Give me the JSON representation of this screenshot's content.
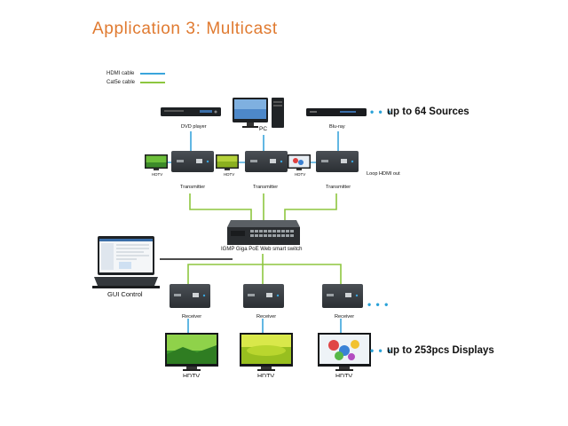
{
  "title": "Application 3: Multicast",
  "colors": {
    "title": "#e07a30",
    "hdmi": "#3aa5dc",
    "cat5e": "#8dc63f",
    "dots": "#2aa2d8"
  },
  "legend": [
    {
      "label": "HDMI cable",
      "color": "#3aa5dc"
    },
    {
      "label": "Cat5e cable",
      "color": "#8dc63f"
    }
  ],
  "sources": [
    {
      "label": "DVD player",
      "icon": "dvd-player-icon"
    },
    {
      "label": "PC",
      "icon": "desktop-pc-icon"
    },
    {
      "label": "Blu-ray",
      "icon": "bluray-player-icon"
    }
  ],
  "sources_note": "up to 64 Sources",
  "loop_out": "Loop HDMI out",
  "hdtv_small": "HDTV",
  "transmitters": [
    "Transmitter",
    "Transmitter",
    "Transmitter"
  ],
  "switch_label": "IGMP Giga PoE Web smart switch",
  "gui_label": "GUI Control",
  "receivers": [
    "Receiver",
    "Receiver",
    "Receiver"
  ],
  "displays_note": "up to 253pcs Displays",
  "hdtv_large": "HDTV"
}
